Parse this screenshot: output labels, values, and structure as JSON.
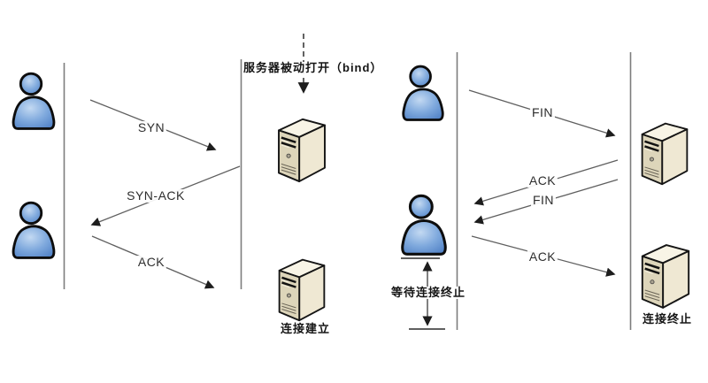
{
  "diagram": {
    "left_section": {
      "client_icon": "person-icon",
      "server_icon": "server-icon",
      "bind_annotation": "服务器被动打开（bind）",
      "messages": {
        "syn": "SYN",
        "syn_ack": "SYN-ACK",
        "ack": "ACK"
      },
      "result_label": "连接建立"
    },
    "right_section": {
      "client_icon": "person-icon",
      "server_icon": "server-icon",
      "messages": {
        "fin_1": "FIN",
        "ack_1": "ACK",
        "fin_2": "FIN",
        "ack_2": "ACK"
      },
      "wait_label": "等待连接终止",
      "result_label": "连接终止"
    },
    "colors": {
      "person_fill": "#6f9ed9",
      "server_fill": "#e3dcc3",
      "line_gray": "#777777",
      "text_black": "#1c1c1c"
    }
  }
}
